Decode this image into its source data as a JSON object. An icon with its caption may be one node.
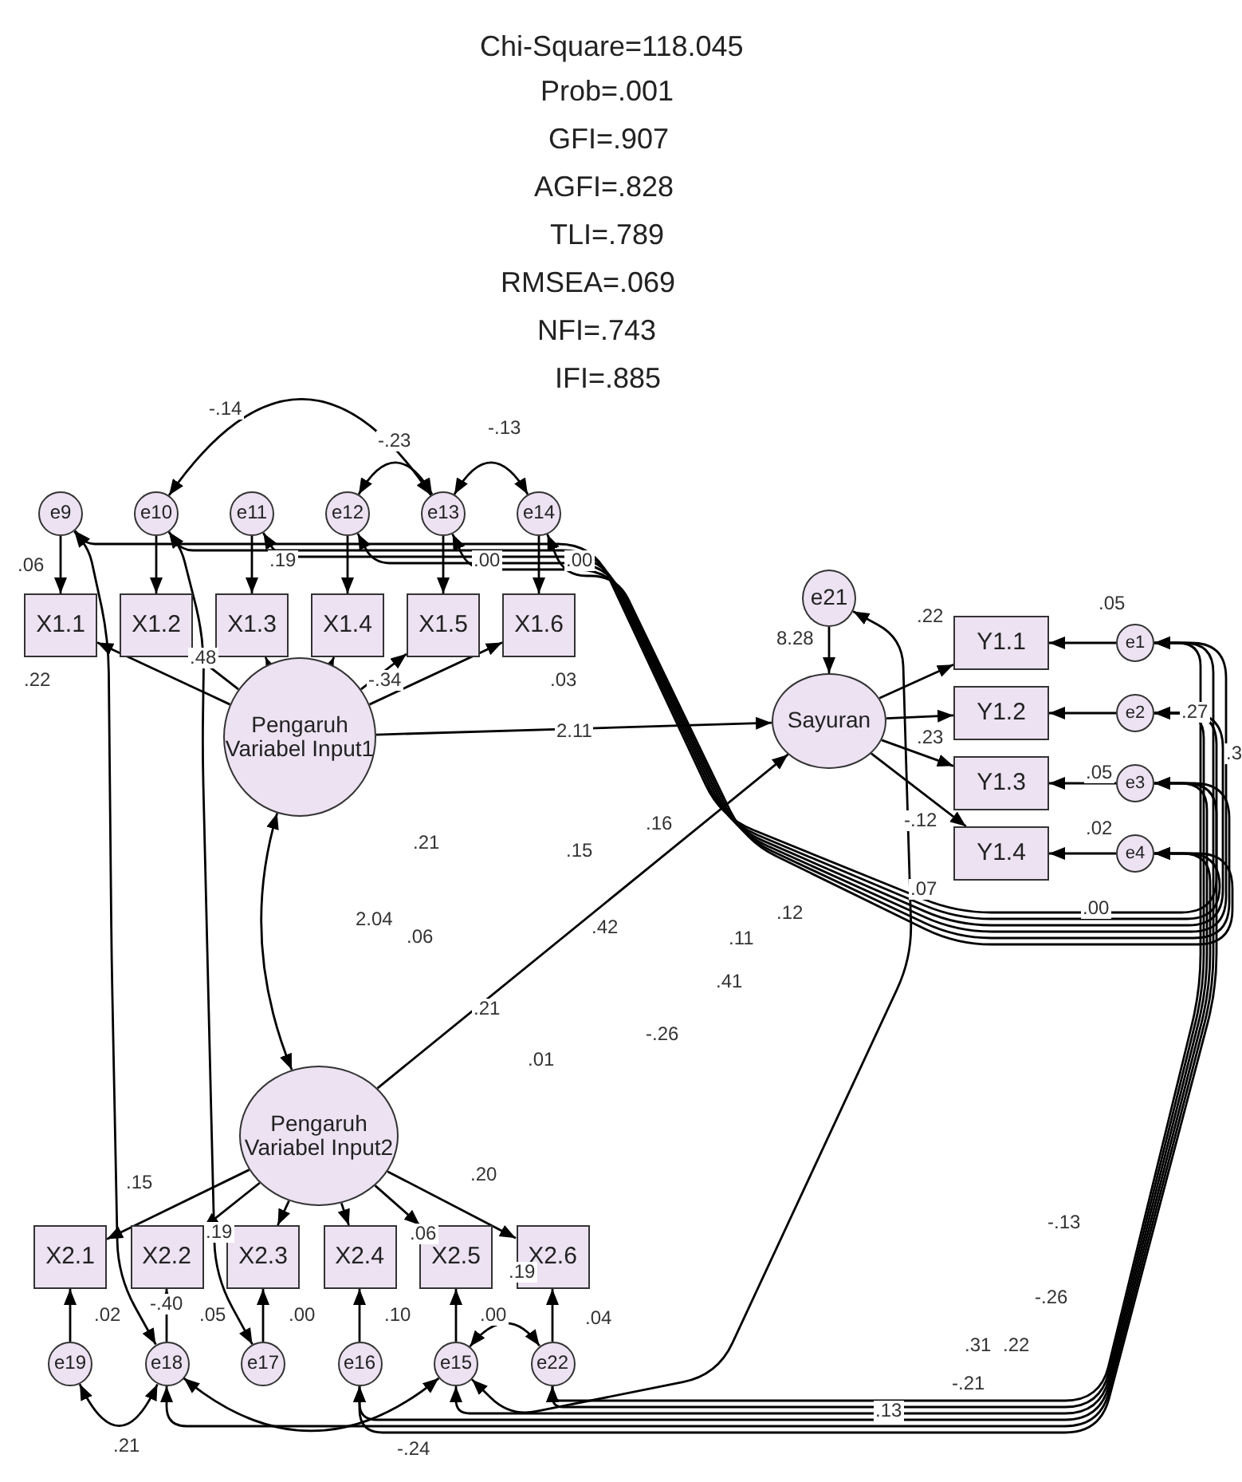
{
  "diagram": {
    "nodes": [
      {
        "text": [
          "Pengaruh Variabel Input1"
        ]
      },
      {
        "text": [
          "Pengaruh Variabel Input2"
        ]
      },
      {
        "text": [
          "Sayuran"
        ]
      },
      {
        "text": [
          "X1.1"
        ]
      },
      {
        "text": [
          "X1.2"
        ]
      },
      {
        "text": [
          "X1.3"
        ]
      },
      {
        "text": [
          "X1.4"
        ]
      },
      {
        "text": [
          "X1.5"
        ]
      },
      {
        "text": [
          "X1.6"
        ]
      },
      {
        "text": [
          "e9"
        ]
      },
      {
        "text": [
          "e10"
        ]
      },
      {
        "text": [
          "e11"
        ]
      },
      {
        "text": [
          "e12"
        ]
      },
      {
        "text": [
          "e13"
        ]
      },
      {
        "text": [
          "e14"
        ]
      },
      {
        "text": [
          "e21"
        ]
      },
      {
        "text": [
          "Y1.1"
        ]
      },
      {
        "text": [
          "Y1.2"
        ]
      },
      {
        "text": [
          "Y1.3"
        ]
      },
      {
        "text": [
          "Y1.4"
        ]
      },
      {
        "text": [
          "e1"
        ]
      },
      {
        "text": [
          "e2"
        ]
      },
      {
        "text": [
          "e3"
        ]
      },
      {
        "text": [
          "e4"
        ]
      },
      {
        "text": [
          "X2.1"
        ]
      },
      {
        "text": [
          "X2.2"
        ]
      },
      {
        "text": [
          "X2.3"
        ]
      },
      {
        "text": [
          "X2.4"
        ]
      },
      {
        "text": [
          "X2.5"
        ]
      },
      {
        "text": [
          "X2.6"
        ]
      },
      {
        "text": [
          "e19"
        ]
      },
      {
        "text": [
          "e18"
        ]
      },
      {
        "text": [
          "e17"
        ]
      },
      {
        "text": [
          "e16"
        ]
      },
      {
        "text": [
          "e15"
        ]
      },
      {
        "text": [
          "e22"
        ]
      }
    ],
    "edges": [
      {
        "from": 0,
        "to": 3,
        "arrow": "to"
      },
      {
        "from": 0,
        "to": 4,
        "arrow": "to"
      },
      {
        "from": 0,
        "to": 5,
        "arrow": "to"
      },
      {
        "from": 0,
        "to": 6,
        "arrow": "to"
      },
      {
        "from": 0,
        "to": 7,
        "arrow": "to"
      },
      {
        "from": 0,
        "to": 8,
        "arrow": "to"
      },
      {
        "from": 9,
        "to": 3,
        "arrow": "to"
      },
      {
        "from": 10,
        "to": 4,
        "arrow": "to"
      },
      {
        "from": 11,
        "to": 5,
        "arrow": "to"
      },
      {
        "from": 12,
        "to": 6,
        "arrow": "to"
      },
      {
        "from": 13,
        "to": 7,
        "arrow": "to"
      },
      {
        "from": 14,
        "to": 8,
        "arrow": "to"
      },
      {
        "from": 0,
        "to": 2,
        "arrow": "to"
      },
      {
        "from": 1,
        "to": 2,
        "arrow": "to"
      },
      {
        "from": 0,
        "to": 1,
        "arrow": "both"
      },
      {
        "from": 15,
        "to": 2,
        "arrow": "to"
      },
      {
        "from": 2,
        "to": 16,
        "arrow": "to"
      },
      {
        "from": 2,
        "to": 17,
        "arrow": "to"
      },
      {
        "from": 2,
        "to": 18,
        "arrow": "to"
      },
      {
        "from": 2,
        "to": 19,
        "arrow": "to"
      },
      {
        "from": 20,
        "to": 16,
        "arrow": "to"
      },
      {
        "from": 21,
        "to": 17,
        "arrow": "to"
      },
      {
        "from": 22,
        "to": 18,
        "arrow": "to"
      },
      {
        "from": 23,
        "to": 19,
        "arrow": "to"
      },
      {
        "from": 1,
        "to": 24,
        "arrow": "to"
      },
      {
        "from": 1,
        "to": 25,
        "arrow": "to"
      },
      {
        "from": 1,
        "to": 26,
        "arrow": "to"
      },
      {
        "from": 1,
        "to": 27,
        "arrow": "to"
      },
      {
        "from": 1,
        "to": 28,
        "arrow": "to"
      },
      {
        "from": 1,
        "to": 29,
        "arrow": "to"
      },
      {
        "from": 30,
        "to": 24,
        "arrow": "to"
      },
      {
        "from": 31,
        "to": 25,
        "arrow": "to"
      },
      {
        "from": 32,
        "to": 26,
        "arrow": "to"
      },
      {
        "from": 33,
        "to": 27,
        "arrow": "to"
      },
      {
        "from": 34,
        "to": 28,
        "arrow": "to"
      },
      {
        "from": 35,
        "to": 29,
        "arrow": "to"
      },
      {
        "from": 10,
        "to": 13,
        "arrow": "both"
      },
      {
        "from": 12,
        "to": 13,
        "arrow": "both"
      },
      {
        "from": 13,
        "to": 14,
        "arrow": "both"
      },
      {
        "from": 30,
        "to": 31,
        "arrow": "both"
      },
      {
        "from": 31,
        "to": 34,
        "arrow": "both"
      },
      {
        "from": 34,
        "to": 35,
        "arrow": "both"
      },
      {
        "from": 9,
        "to": 22,
        "arrow": "both"
      },
      {
        "from": 10,
        "to": 23,
        "arrow": "both"
      },
      {
        "from": 11,
        "to": 21,
        "arrow": "both"
      },
      {
        "from": 12,
        "to": 20,
        "arrow": "both"
      },
      {
        "from": 13,
        "to": 22,
        "arrow": "both"
      },
      {
        "from": 14,
        "to": 23,
        "arrow": "both"
      },
      {
        "from": 10,
        "to": 32,
        "arrow": "both"
      },
      {
        "from": 9,
        "to": 31,
        "arrow": "both"
      },
      {
        "from": 15,
        "to": 34,
        "arrow": "both"
      },
      {
        "from": 35,
        "to": 20,
        "arrow": "both"
      },
      {
        "from": 35,
        "to": 21,
        "arrow": "both"
      },
      {
        "from": 34,
        "to": 22,
        "arrow": "both"
      },
      {
        "from": 33,
        "to": 23,
        "arrow": "both"
      },
      {
        "from": 31,
        "to": 20,
        "arrow": "both"
      },
      {
        "from": 33,
        "to": 21,
        "arrow": "both"
      }
    ],
    "labels": [
      "Chi-Square=118.045",
      "Prob=.001",
      "GFI=.907",
      "AGFI=.828",
      "TLI=.789",
      "RMSEA=.069",
      "NFI=.743",
      "IFI=.885",
      "-.14",
      "-.23",
      "-.13",
      ".06",
      ".19",
      ".00",
      ".00",
      ".22",
      ".48",
      "-.34",
      ".03",
      "2.11",
      "8.28",
      ".22",
      ".05",
      ".23",
      ".05",
      ".27",
      ".3",
      "-.12",
      ".02",
      ".07",
      ".00",
      ".21",
      ".15",
      ".16",
      "2.04",
      ".06",
      ".42",
      ".12",
      ".11",
      ".41",
      ".21",
      ".01",
      "-.26",
      ".15",
      ".20",
      ".19",
      ".06",
      ".19",
      ".02",
      "-.40",
      ".05",
      ".00",
      ".10",
      ".00",
      ".04",
      "-.13",
      "-.26",
      ".31",
      ".22",
      "-.21",
      ".13",
      ".21",
      "-.24"
    ]
  }
}
